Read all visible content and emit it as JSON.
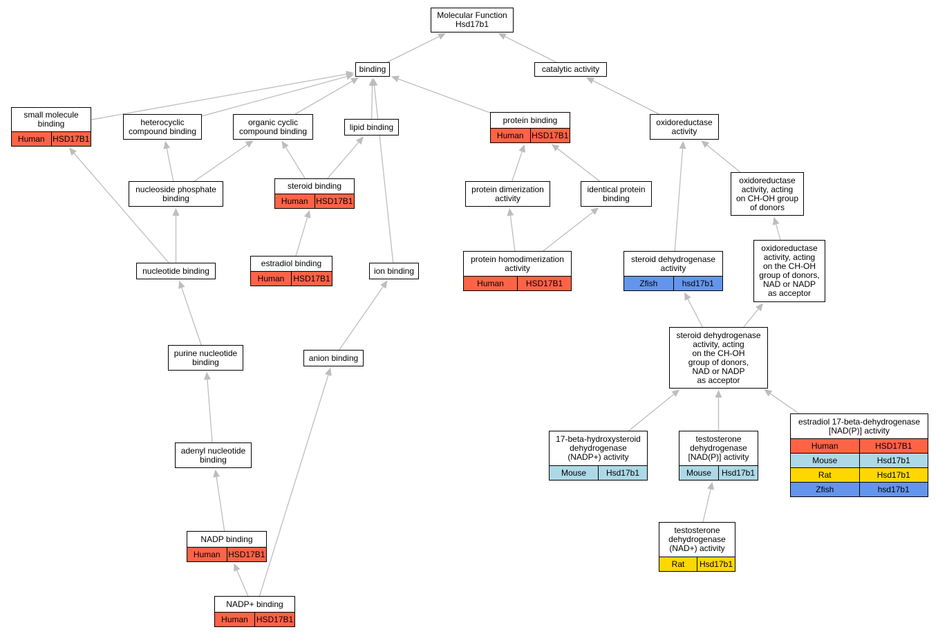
{
  "colors": {
    "Human": "#ff6347",
    "Mouse": "#add8e6",
    "Rat": "#ffd700",
    "Zfish": "#6495ed",
    "edge": "#bdbdbd",
    "border": "#000000"
  },
  "nodes": [
    {
      "id": "mf",
      "label": "Molecular Function\nHsd17b1",
      "ann": []
    },
    {
      "id": "binding",
      "label": "binding",
      "ann": []
    },
    {
      "id": "catalytic",
      "label": "catalytic activity",
      "ann": []
    },
    {
      "id": "small_molecule",
      "label": "small molecule\nbinding",
      "ann": [
        [
          "Human",
          "HSD17B1"
        ]
      ]
    },
    {
      "id": "heterocyclic",
      "label": "heterocyclic\ncompound binding",
      "ann": []
    },
    {
      "id": "organic_cyclic",
      "label": "organic cyclic\ncompound binding",
      "ann": []
    },
    {
      "id": "lipid",
      "label": "lipid binding",
      "ann": []
    },
    {
      "id": "protein_binding",
      "label": "protein binding",
      "ann": [
        [
          "Human",
          "HSD17B1"
        ]
      ]
    },
    {
      "id": "oxidoreductase",
      "label": "oxidoreductase\nactivity",
      "ann": []
    },
    {
      "id": "nucleoside_phosphate",
      "label": "nucleoside phosphate\nbinding",
      "ann": []
    },
    {
      "id": "steroid_binding",
      "label": "steroid binding",
      "ann": [
        [
          "Human",
          "HSD17B1"
        ]
      ]
    },
    {
      "id": "protein_dimerization",
      "label": "protein dimerization\nactivity",
      "ann": []
    },
    {
      "id": "identical_protein",
      "label": "identical protein\nbinding",
      "ann": []
    },
    {
      "id": "oxido_chh",
      "label": "oxidoreductase\nactivity, acting\non CH-OH group\nof donors",
      "ann": []
    },
    {
      "id": "nucleotide",
      "label": "nucleotide binding",
      "ann": []
    },
    {
      "id": "estradiol_binding",
      "label": "estradiol binding",
      "ann": [
        [
          "Human",
          "HSD17B1"
        ]
      ]
    },
    {
      "id": "ion_binding",
      "label": "ion binding",
      "ann": []
    },
    {
      "id": "protein_homodimerization",
      "label": "protein homodimerization\nactivity",
      "ann": [
        [
          "Human",
          "HSD17B1"
        ]
      ]
    },
    {
      "id": "steroid_dehydrogenase",
      "label": "steroid dehydrogenase\nactivity",
      "ann": [
        [
          "Zfish",
          "hsd17b1"
        ]
      ]
    },
    {
      "id": "oxido_nad",
      "label": "oxidoreductase\nactivity, acting\non the CH-OH\ngroup of donors,\nNAD or NADP\nas acceptor",
      "ann": []
    },
    {
      "id": "purine",
      "label": "purine nucleotide\nbinding",
      "ann": []
    },
    {
      "id": "anion",
      "label": "anion binding",
      "ann": []
    },
    {
      "id": "steroid_dh_nad",
      "label": "steroid dehydrogenase\nactivity, acting\non the CH-OH\ngroup of donors,\nNAD or NADP\nas acceptor",
      "ann": []
    },
    {
      "id": "adenyl",
      "label": "adenyl nucleotide\nbinding",
      "ann": []
    },
    {
      "id": "hsd17_nadp",
      "label": "17-beta-hydroxysteroid\ndehydrogenase\n(NADP+) activity",
      "ann": [
        [
          "Mouse",
          "Hsd17b1"
        ]
      ]
    },
    {
      "id": "testosterone_nadp",
      "label": "testosterone\ndehydrogenase\n[NAD(P)] activity",
      "ann": [
        [
          "Mouse",
          "Hsd17b1"
        ]
      ]
    },
    {
      "id": "estradiol_17",
      "label": "estradiol 17-beta-dehydrogenase\n[NAD(P)] activity",
      "ann": [
        [
          "Human",
          "HSD17B1"
        ],
        [
          "Mouse",
          "Hsd17b1"
        ],
        [
          "Rat",
          "Hsd17b1"
        ],
        [
          "Zfish",
          "hsd17b1"
        ]
      ]
    },
    {
      "id": "nadp_binding",
      "label": "NADP binding",
      "ann": [
        [
          "Human",
          "HSD17B1"
        ]
      ]
    },
    {
      "id": "testosterone_nad",
      "label": "testosterone\ndehydrogenase\n(NAD+) activity",
      "ann": [
        [
          "Rat",
          "Hsd17b1"
        ]
      ]
    },
    {
      "id": "nadp_plus",
      "label": "NADP+ binding",
      "ann": [
        [
          "Human",
          "HSD17B1"
        ]
      ]
    }
  ],
  "edges": [
    [
      "binding",
      "mf"
    ],
    [
      "catalytic",
      "mf"
    ],
    [
      "small_molecule",
      "binding"
    ],
    [
      "heterocyclic",
      "binding"
    ],
    [
      "organic_cyclic",
      "binding"
    ],
    [
      "lipid",
      "binding"
    ],
    [
      "ion_binding",
      "binding"
    ],
    [
      "protein_binding",
      "binding"
    ],
    [
      "oxidoreductase",
      "catalytic"
    ],
    [
      "nucleoside_phosphate",
      "heterocyclic"
    ],
    [
      "nucleoside_phosphate",
      "organic_cyclic"
    ],
    [
      "steroid_binding",
      "organic_cyclic"
    ],
    [
      "steroid_binding",
      "lipid"
    ],
    [
      "protein_dimerization",
      "protein_binding"
    ],
    [
      "identical_protein",
      "protein_binding"
    ],
    [
      "oxido_chh",
      "oxidoreductase"
    ],
    [
      "nucleotide",
      "small_molecule"
    ],
    [
      "nucleotide",
      "nucleoside_phosphate"
    ],
    [
      "estradiol_binding",
      "steroid_binding"
    ],
    [
      "protein_homodimerization",
      "protein_dimerization"
    ],
    [
      "protein_homodimerization",
      "identical_protein"
    ],
    [
      "steroid_dehydrogenase",
      "oxidoreductase"
    ],
    [
      "oxido_nad",
      "oxido_chh"
    ],
    [
      "purine",
      "nucleotide"
    ],
    [
      "anion",
      "ion_binding"
    ],
    [
      "steroid_dh_nad",
      "steroid_dehydrogenase"
    ],
    [
      "steroid_dh_nad",
      "oxido_nad"
    ],
    [
      "adenyl",
      "purine"
    ],
    [
      "nadp_binding",
      "adenyl"
    ],
    [
      "nadp_plus",
      "nadp_binding"
    ],
    [
      "nadp_plus",
      "anion"
    ],
    [
      "hsd17_nadp",
      "steroid_dh_nad"
    ],
    [
      "testosterone_nadp",
      "steroid_dh_nad"
    ],
    [
      "estradiol_17",
      "steroid_dh_nad"
    ],
    [
      "testosterone_nad",
      "testosterone_nadp"
    ]
  ]
}
